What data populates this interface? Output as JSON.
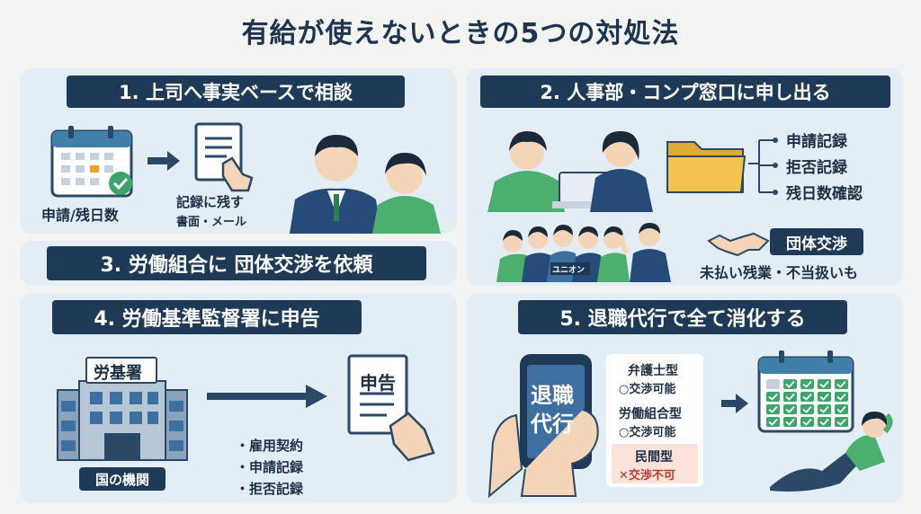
{
  "title": "有給が使えないときの5つの対処法",
  "section1": {
    "heading": "1. 上司へ事実ベースで相談",
    "calendar_caption": "申請/残日数",
    "doc_caption_1": "記録に残す",
    "doc_caption_2": "書面・メール"
  },
  "section2": {
    "heading": "2. 人事部・コンプ窓口に申し出る",
    "records": [
      "申請記録",
      "拒否記録",
      "残日数確認"
    ],
    "union_flag": "ユニオン",
    "negotiation_badge": "団体交渉",
    "negotiation_caption": "未払い残業・不当扱いも"
  },
  "section3": {
    "heading": "3. 労働組合に 団体交渉を依頼"
  },
  "section4": {
    "heading": "4. 労働基準監督署に申告",
    "building_sign": "労基署",
    "building_caption": "国の機関",
    "report_label": "申告",
    "documents": [
      "・雇用契約",
      "・申請記録",
      "・拒否記録"
    ]
  },
  "section5": {
    "heading": "5. 退職代行で全て消化する",
    "phone_text_1": "退職",
    "phone_text_2": "代行",
    "types": [
      {
        "name": "弁護士型",
        "status": "○交渉可能",
        "ok": true
      },
      {
        "name": "労働組合型",
        "status": "○交渉可能",
        "ok": true
      },
      {
        "name": "民間型",
        "status": "✕交渉不可",
        "ok": false
      }
    ]
  },
  "colors": {
    "navy": "#1e3a57",
    "panel": "#e2edf6",
    "green": "#3fa46a",
    "folder": "#f2c44f",
    "red": "#d0392b"
  }
}
